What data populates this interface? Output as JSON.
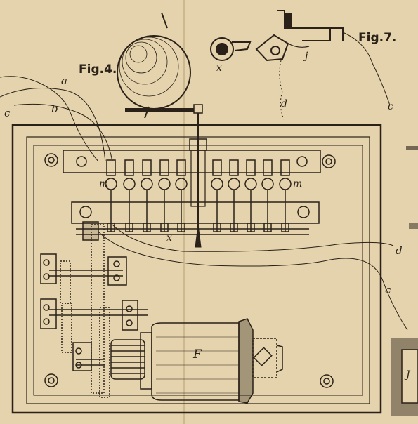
{
  "figures": {
    "fig4_title": "Fig.4.",
    "fig7_title": "Fig.7."
  },
  "labels": {
    "a": "a",
    "b": "b",
    "c_left": "c",
    "m_left": "m",
    "m_right": "m",
    "x_main": "x",
    "F": "F",
    "d_right": "d",
    "c_right": "c",
    "J": "J",
    "x_fig7": "x",
    "j_fig7": "j",
    "d_fig7": "d",
    "c_fig7": "c"
  },
  "colors": {
    "paper": "#e4d3ac",
    "ink": "#2a2118",
    "fold": "#cdb98f"
  }
}
